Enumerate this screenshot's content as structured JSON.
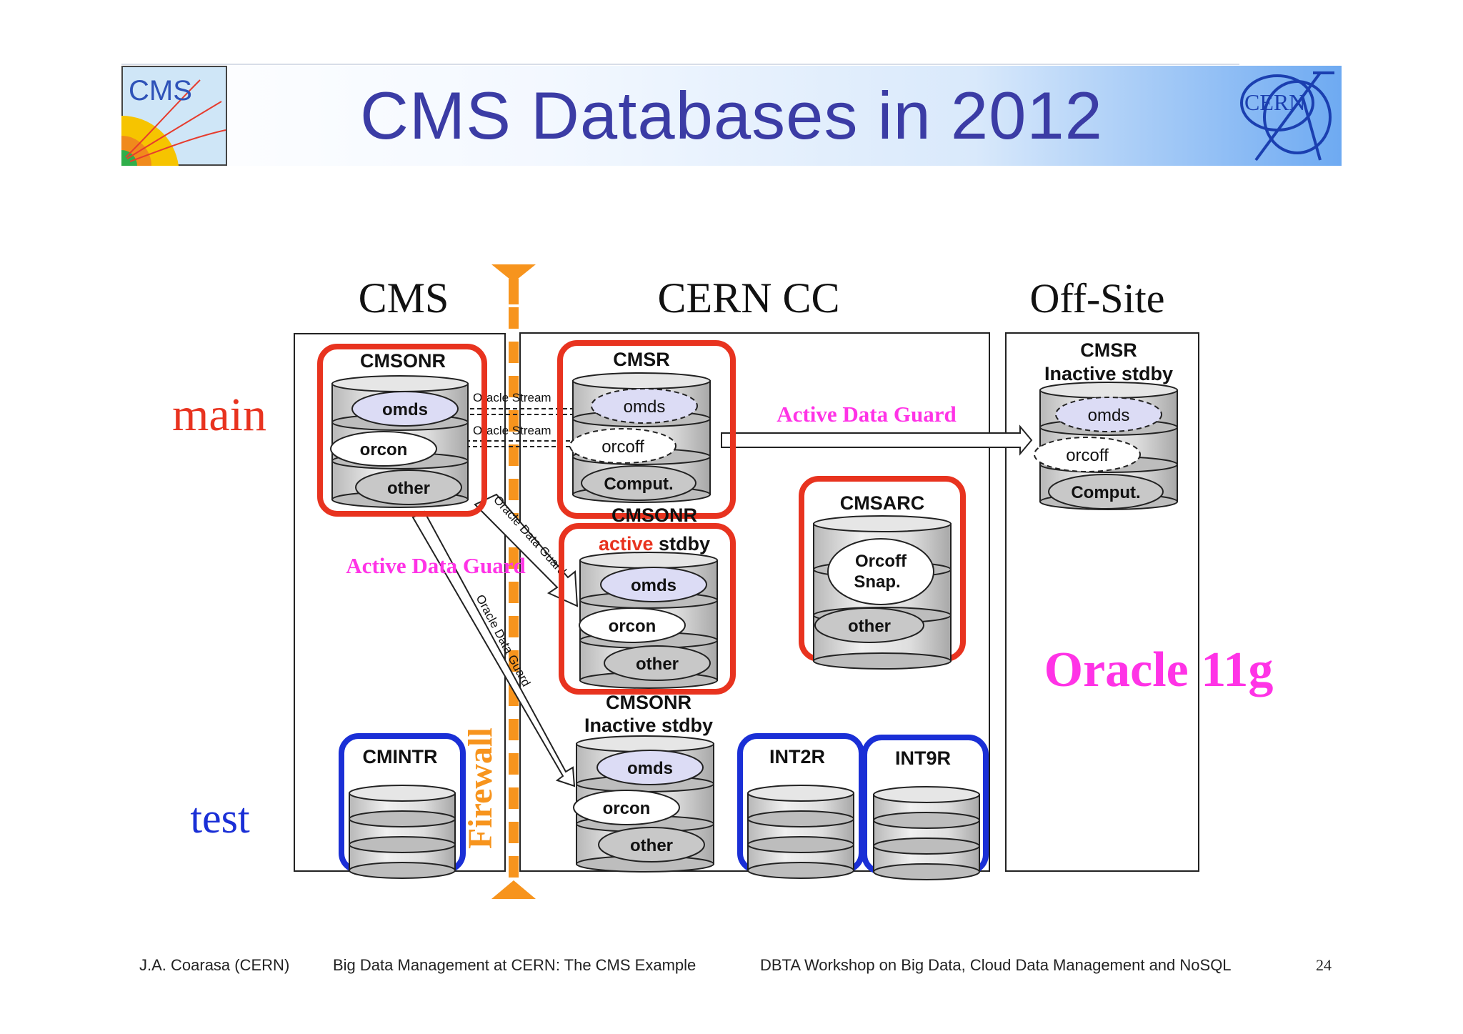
{
  "header": {
    "title": "CMS Databases in 2012",
    "cms_logo_text": "CMS",
    "cern_logo_text": "CERN"
  },
  "columns": {
    "cms": "CMS",
    "cern_cc": "CERN CC",
    "off_site": "Off-Site"
  },
  "rows": {
    "main": "main",
    "test": "test"
  },
  "firewall_label": "Firewall",
  "databases": {
    "cmsonr": {
      "title": "CMSONR",
      "schemas": [
        "omds",
        "orcon",
        "other"
      ]
    },
    "cmsr": {
      "title": "CMSR",
      "schemas": [
        "omds",
        "orcoff",
        "Comput."
      ]
    },
    "cmsonr_active": {
      "title_hidden": "CMSONR",
      "active": "active",
      "stdby": "stdby",
      "schemas": [
        "omds",
        "orcon",
        "other"
      ]
    },
    "cmsarc": {
      "title": "CMSARC",
      "schemas": [
        "Orcoff",
        "Snap.",
        "other"
      ]
    },
    "cmsr_offsite": {
      "title": "CMSR",
      "subtitle": "Inactive stdby",
      "schemas": [
        "omds",
        "orcoff",
        "Comput."
      ]
    },
    "cmsonr_inactive": {
      "title": "CMSONR",
      "subtitle": "Inactive stdby",
      "schemas": [
        "omds",
        "orcon",
        "other"
      ]
    },
    "cmintr": {
      "title": "CMINTR"
    },
    "int2r": {
      "title": "INT2R"
    },
    "int9r": {
      "title": "INT9R"
    }
  },
  "links": {
    "oracle_stream": "Oracle Stream",
    "oracle_data_guard": "Oracle Data Guard",
    "active_data_guard": "Active Data Guard"
  },
  "oracle_version": "Oracle 11g",
  "footer": {
    "author": "J.A. Coarasa (CERN)",
    "talk": "Big Data Management at CERN: The CMS Example",
    "workshop": "DBTA Workshop on Big Data, Cloud Data Management and NoSQL",
    "page": "24"
  },
  "colors": {
    "title": "#3b3ca5",
    "main_red": "#e8331f",
    "test_blue": "#1a2fd6",
    "magenta": "#ff33e6",
    "firewall_orange": "#f7941d"
  }
}
